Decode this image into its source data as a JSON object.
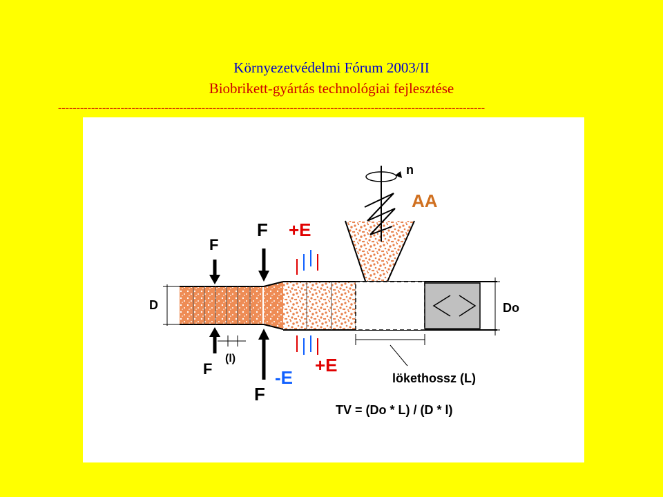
{
  "header": {
    "title": "Környezetvédelmi Fórum 2003/II",
    "subtitle": "Biobrikett-gyártás technológiai fejlesztése",
    "separator": "--------------------------------------------------------------------------------------------------------------------"
  },
  "diagram": {
    "label_n": "n",
    "label_AA": "AA",
    "label_F_top_left": "F",
    "label_F_top_mid": "F",
    "label_plusE_top": "+E",
    "label_D": "D",
    "label_Do": "Do",
    "label_F_bottom_left": "F",
    "label_l": "(l)",
    "label_minusE": "-E",
    "label_plusE_bottom": "+E",
    "label_F_bottom_mid": "F",
    "label_stroke": "lökethossz (L)",
    "formula": "TV = (Do * L) / (D * l)"
  },
  "colors": {
    "background": "#ffff00",
    "title": "#0000cc",
    "subtitle": "#cc0000",
    "material": "#e8804a",
    "plus_e": "#e00000",
    "minus_e": "#1060ff",
    "piston": "#c0c0c0"
  }
}
